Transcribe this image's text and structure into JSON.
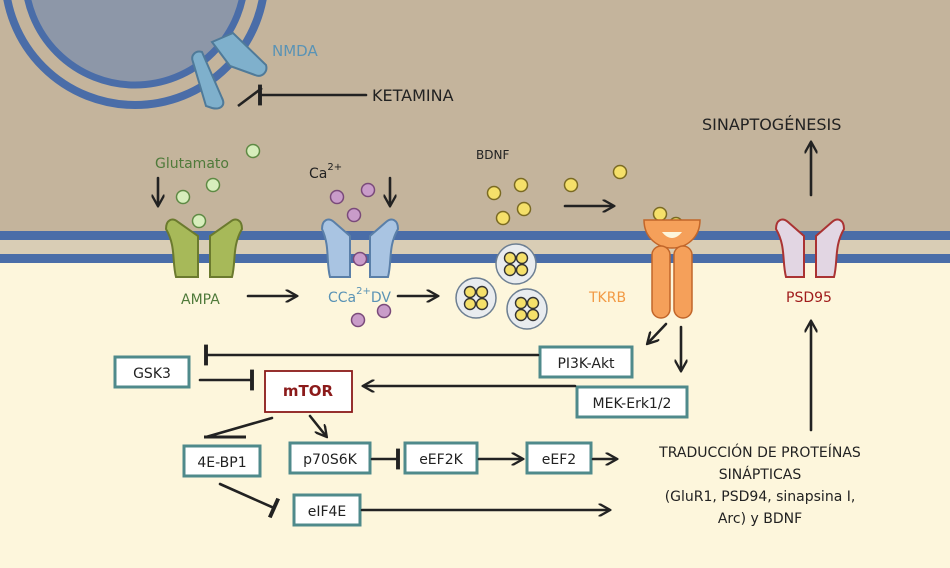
{
  "colors": {
    "extracellular": "#c4b49c",
    "intracellular": "#fdf6dc",
    "membrane": "#4a6da8",
    "box_border": "#4f8a8b",
    "mtor_border": "#8b1a1a",
    "nmda": "#7fb0cc",
    "ampa": "#a7b959",
    "vdcc": "#a9c4e2",
    "tkrb": "#f5a05a",
    "psd95": "#e2d6e3",
    "glutamate": "#d7eebc",
    "calcium": "#c99cc9",
    "bdnf": "#f5e06a"
  },
  "labels": {
    "nmda": "NMDA",
    "ketamina": "KETAMINA",
    "glutamato": "Glutamato",
    "calcium": "Ca",
    "calcium_sup": "2+",
    "bdnf": "BDNF",
    "sinaptogenesis": "SINAPTOGÉNESIS",
    "ampa": "AMPA",
    "ccadv_prefix": "CCa",
    "ccadv_sup": "2+",
    "ccadv_suffix": "DV",
    "tkrb": "TKRB",
    "psd95": "PSD95"
  },
  "boxes": {
    "gsk3": "GSK3",
    "mtor": "mTOR",
    "pi3k": "PI3K-Akt",
    "mek": "MEK-Erk1/2",
    "ebp1": "4E-BP1",
    "p70s6k": "p70S6K",
    "eef2k": "eEF2K",
    "eef2": "eEF2",
    "eif4e": "eIF4E"
  },
  "translation": {
    "line1": "TRADUCCIÓN DE PROTEÍNAS",
    "line2": "SINÁPTICAS",
    "line3": "(GluR1, PSD94, sinapsina I,",
    "line4": "Arc) y BDNF"
  }
}
